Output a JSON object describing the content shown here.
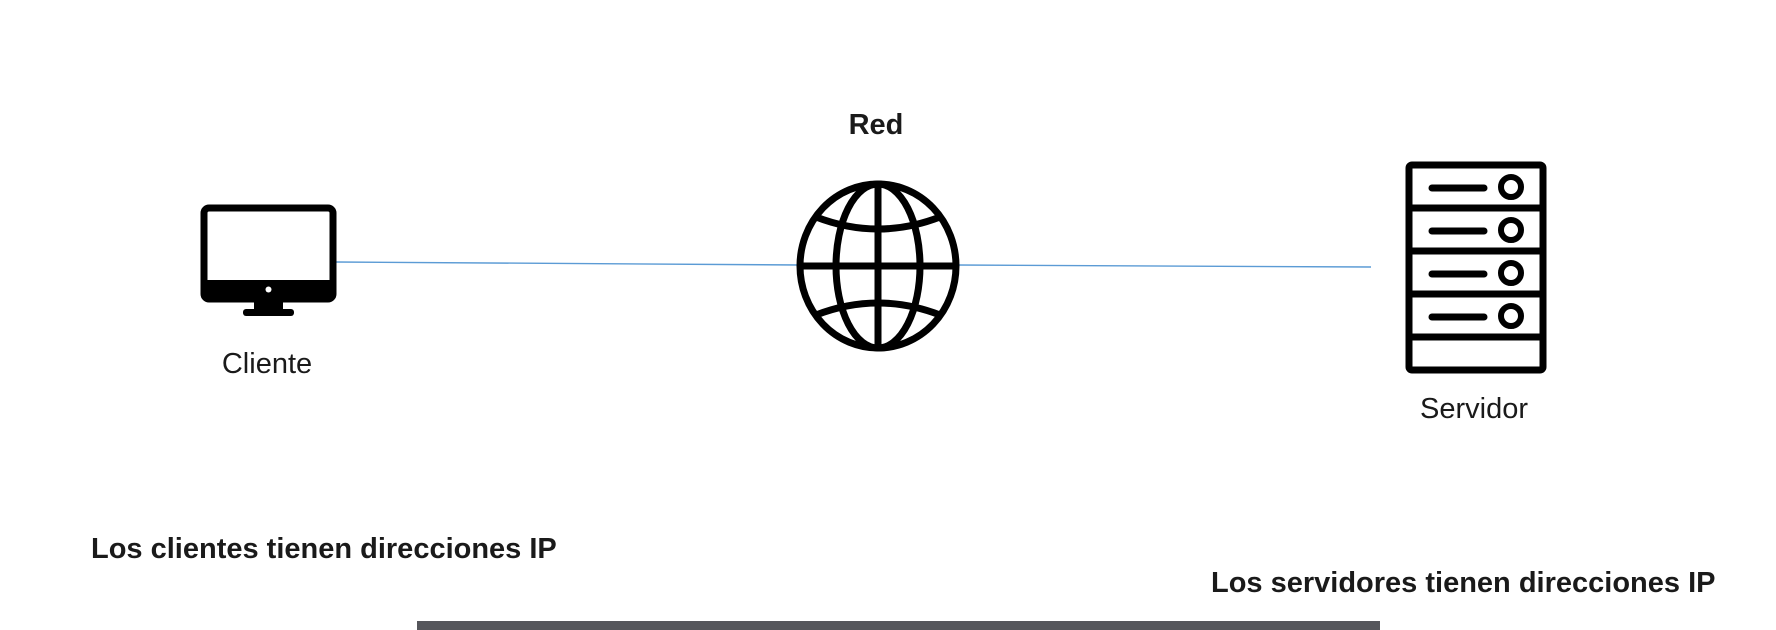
{
  "diagram": {
    "network": {
      "label": "Red",
      "icon": "globe-icon"
    },
    "client": {
      "label": "Cliente",
      "icon": "desktop-monitor-icon"
    },
    "server": {
      "label": "Servidor",
      "icon": "server-rack-icon"
    },
    "notes": {
      "clients": "Los clientes tienen direcciones IP",
      "servers": "Los servidores tienen direcciones IP"
    }
  },
  "colors": {
    "link": "#5b9bd5",
    "icon": "#000000",
    "text": "#1a1a1a",
    "bottom_bar": "#55565b"
  }
}
